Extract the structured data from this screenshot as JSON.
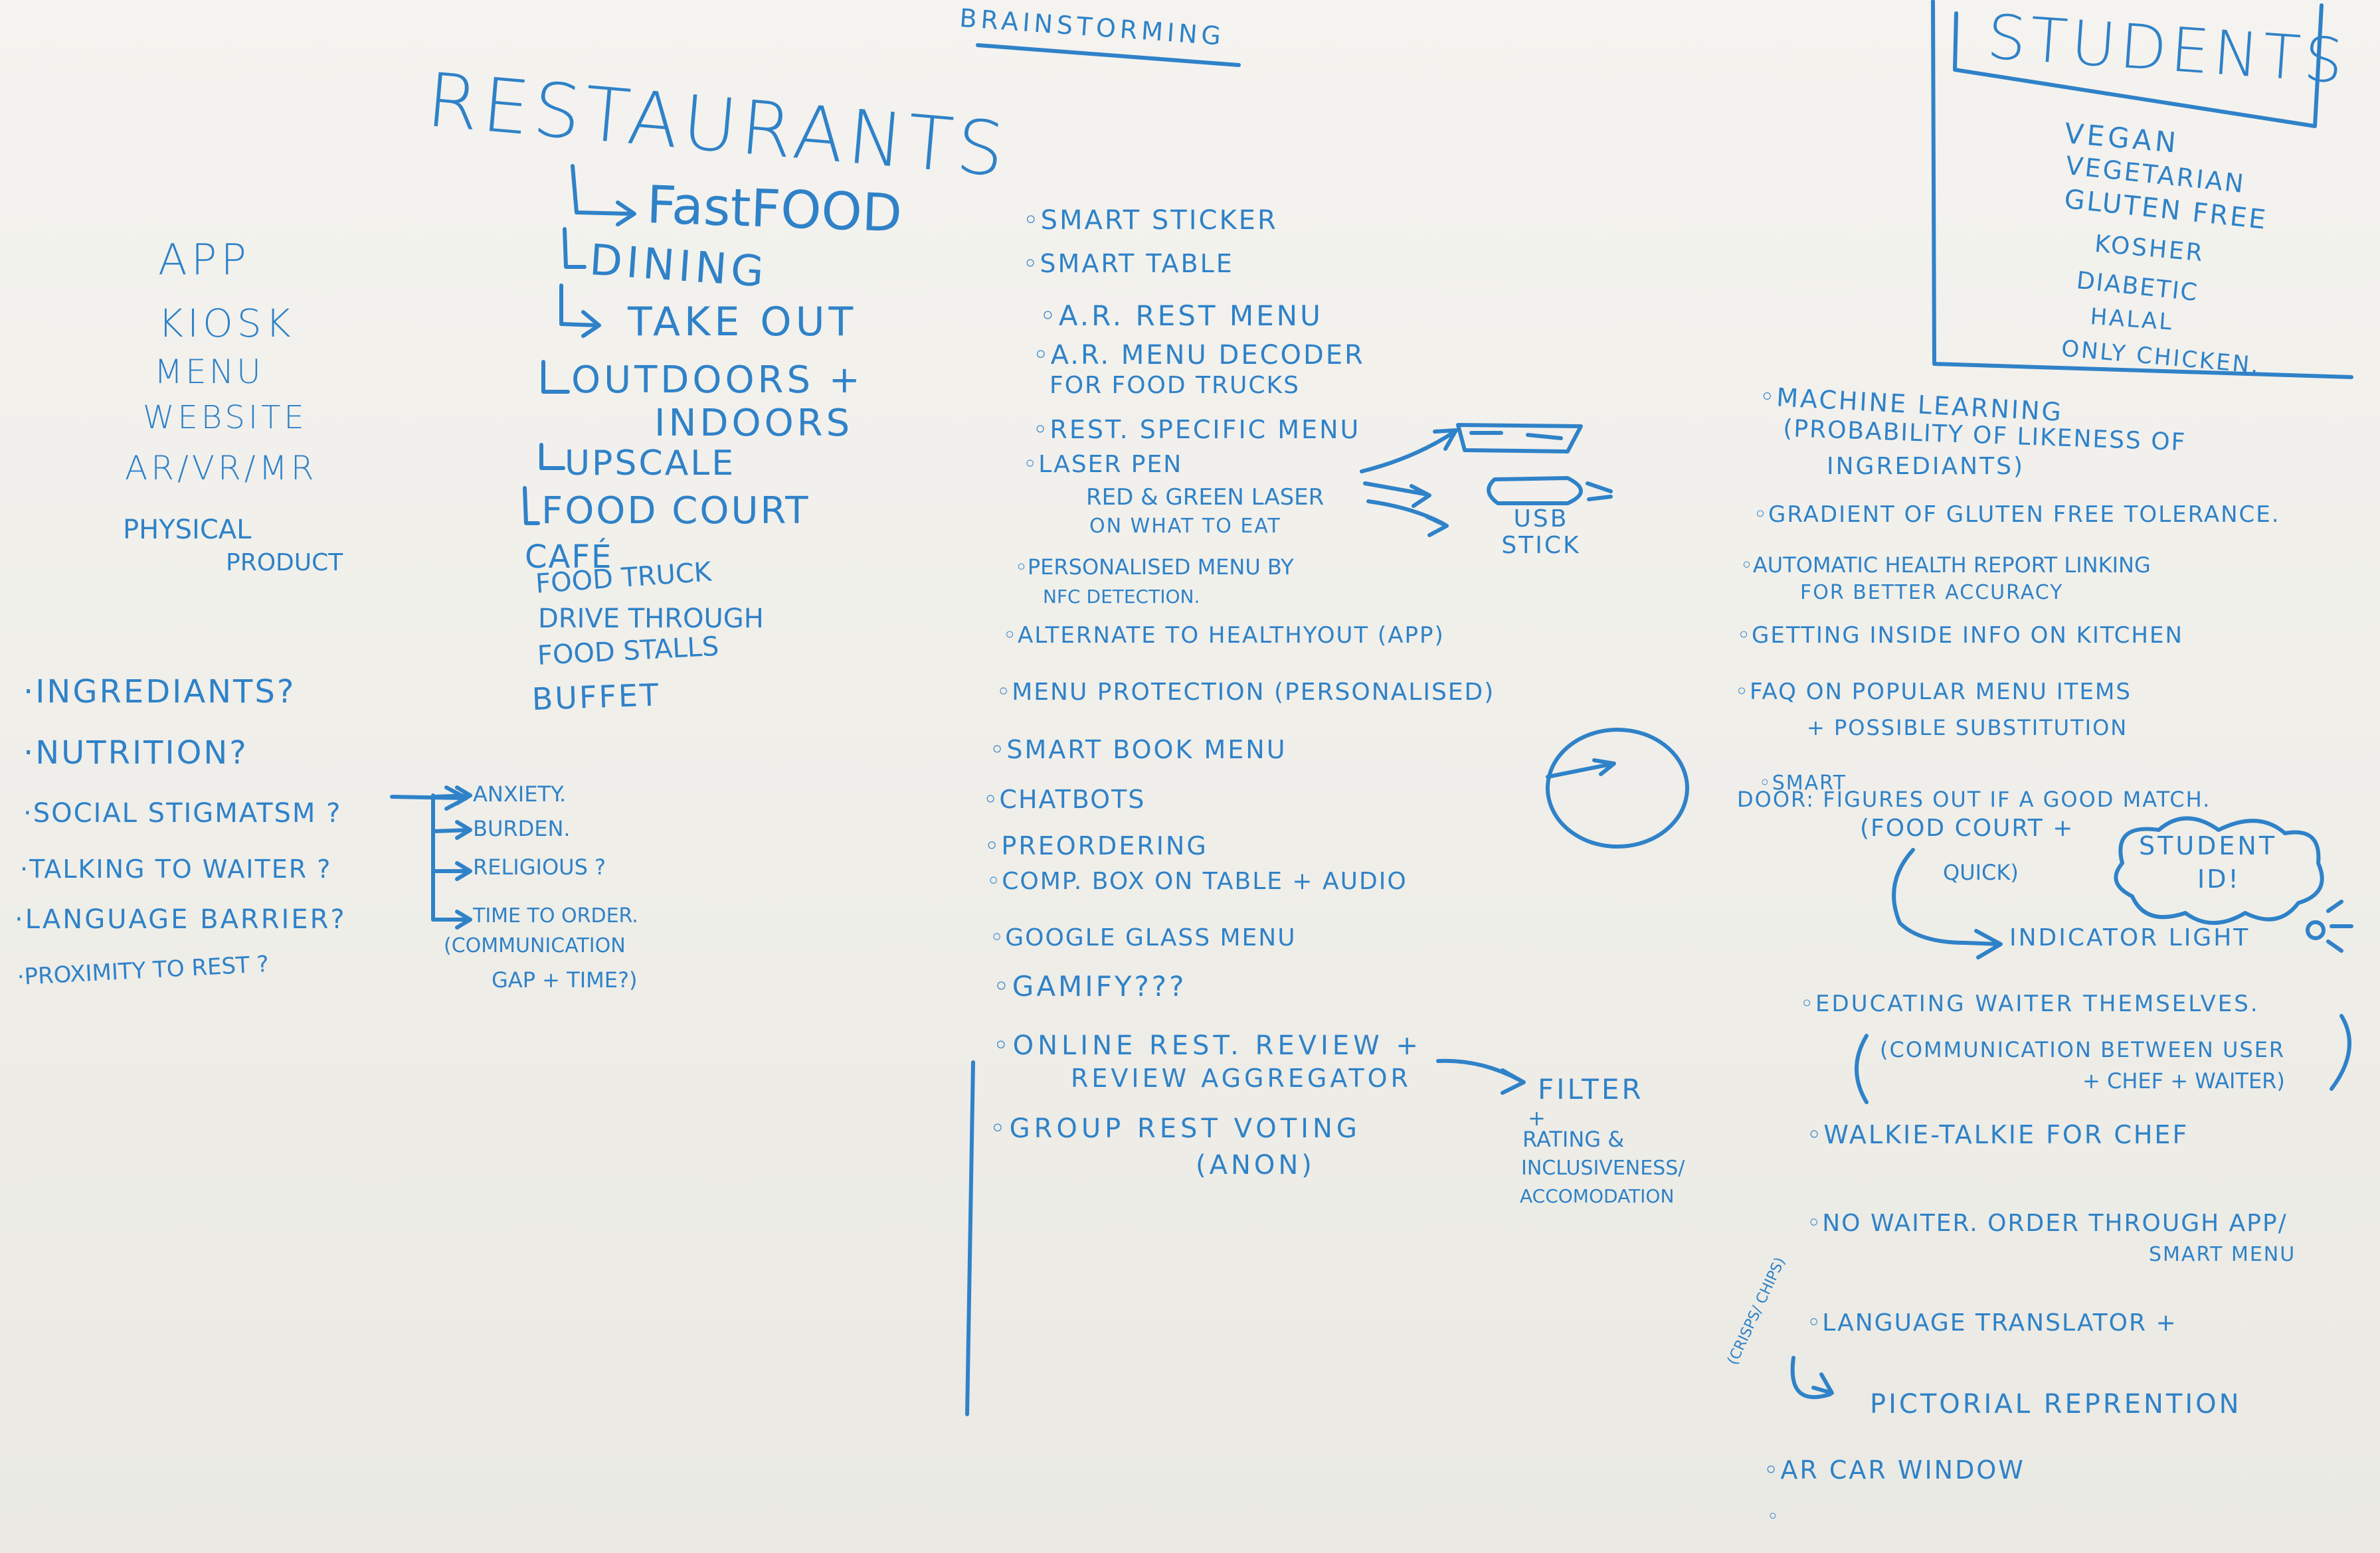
{
  "title": "BRAINSTORMING",
  "colors": {
    "ink": "#2f82c8",
    "board": "#f1f0ec"
  },
  "restaurants": {
    "heading": "RESTAURANTS",
    "items": [
      "FastFOOD",
      "DINING",
      "TAKE OUT",
      "OUTDOORS +",
      "INDOORS",
      "UPSCALE",
      "FOOD COURT",
      "CAFÉ",
      "FOOD TRUCK",
      "DRIVE THROUGH",
      "FOOD STALLS",
      "BUFFET"
    ]
  },
  "platforms": [
    "APP",
    "KIOSK",
    "MENU",
    "WEBSITE",
    "AR/VR/MR",
    "PHYSICAL",
    "PRODUCT"
  ],
  "questions": [
    "·INGREDIANTS?",
    "·NUTRITION?",
    "·SOCIAL STIGMATSM ?",
    "·TALKING TO WAITER ?",
    "·LANGUAGE BARRIER?",
    "·PROXIMITY TO REST ?"
  ],
  "stigma_branches": [
    "ANXIETY.",
    "BURDEN.",
    "RELIGIOUS ?",
    "TIME TO ORDER.",
    "(COMMUNICATION",
    "GAP + TIME?)"
  ],
  "ideas": [
    "◦SMART STICKER",
    "◦SMART TABLE",
    "◦A.R. REST MENU",
    "◦A.R. MENU DECODER",
    "FOR FOOD TRUCKS",
    "◦REST. SPECIFIC MENU",
    "◦LASER PEN",
    "RED & GREEN LASER",
    "ON WHAT TO EAT",
    "◦PERSONALISED MENU BY",
    "NFC DETECTION.",
    "◦ALTERNATE TO HEALTHYOUT (APP)",
    "◦MENU PROTECTION (PERSONALISED)",
    "◦SMART BOOK MENU",
    "◦CHATBOTS",
    "◦PREORDERING",
    "◦COMP. BOX ON TABLE + AUDIO",
    "◦GOOGLE GLASS MENU",
    "◦GAMIFY???",
    "◦ONLINE REST. REVIEW +",
    "REVIEW AGGREGATOR",
    "◦GROUP REST VOTING",
    "(ANON)"
  ],
  "usb_label": "USB STICK",
  "filter_note": [
    "FILTER",
    "+",
    "RATING &",
    "INCLUSIVENESS/",
    "ACCOMODATION"
  ],
  "students": {
    "heading": "STUDENTS",
    "items": [
      "VEGAN",
      "VEGETARIAN",
      "GLUTEN FREE",
      "KOSHER",
      "DIABETIC",
      "HALAL",
      "ONLY CHICKEN."
    ]
  },
  "right_ideas": [
    "◦MACHINE LEARNING",
    "(PROBABILITY OF LIKENESS OF",
    "INGREDIANTS)",
    "◦GRADIENT OF GLUTEN FREE TOLERANCE.",
    "◦AUTOMATIC HEALTH REPORT LINKING",
    "FOR BETTER ACCURACY",
    "◦GETTING INSIDE INFO ON KITCHEN",
    "◦FAQ ON POPULAR MENU ITEMS",
    "+ POSSIBLE SUBSTITUTION",
    "◦SMART",
    "DOOR: FIGURES OUT IF A GOOD MATCH.",
    "(FOOD COURT +",
    "QUICK)",
    "STUDENT",
    "ID!",
    "INDICATOR LIGHT",
    "◦EDUCATING WAITER THEMSELVES.",
    "(COMMUNICATION BETWEEN USER",
    "+ CHEF + WAITER)",
    "◦WALKIE-TALKIE FOR CHEF",
    "◦NO WAITER. ORDER THROUGH APP/",
    "SMART MENU",
    "(CRISPS/ CHIPS)",
    "◦LANGUAGE TRANSLATOR +",
    "PICTORIAL REPRENTION",
    "◦AR CAR WINDOW"
  ]
}
